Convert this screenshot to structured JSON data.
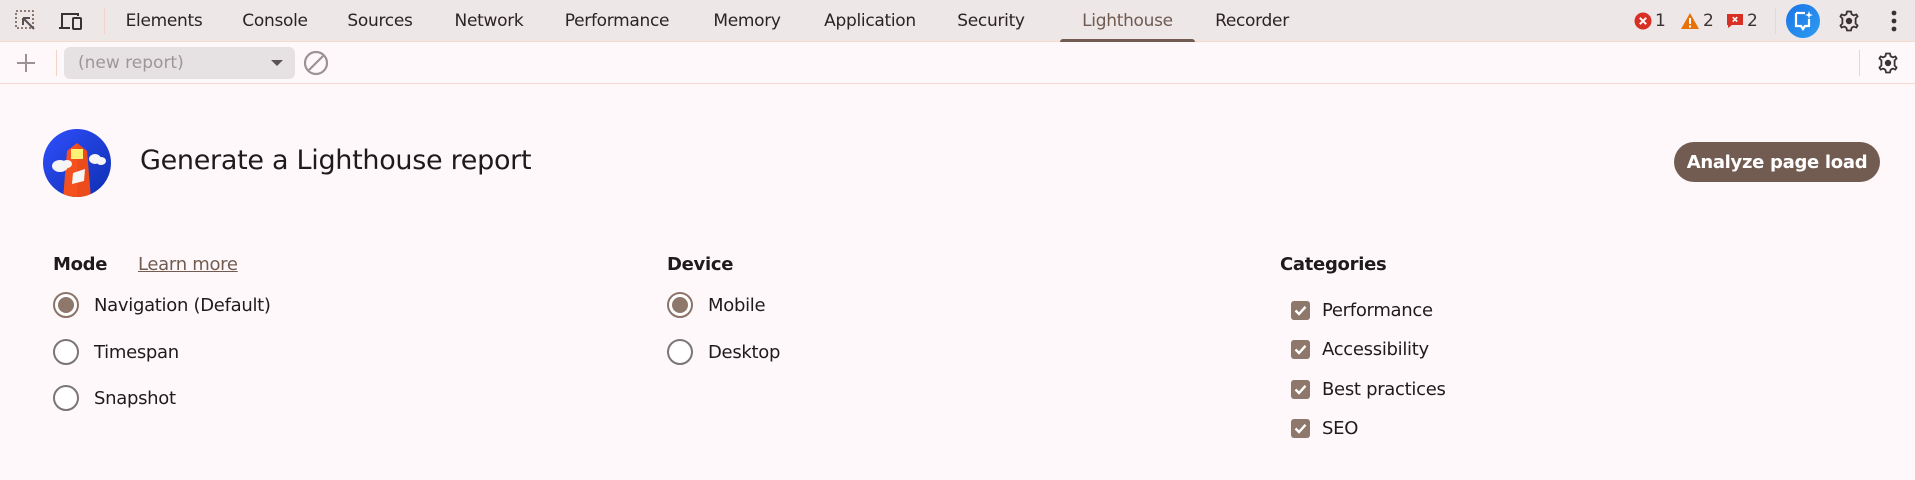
{
  "tabbar": {
    "tabs": [
      {
        "label": "Elements",
        "active": false
      },
      {
        "label": "Console",
        "active": false
      },
      {
        "label": "Sources",
        "active": false
      },
      {
        "label": "Network",
        "active": false
      },
      {
        "label": "Performance",
        "active": false
      },
      {
        "label": "Memory",
        "active": false
      },
      {
        "label": "Application",
        "active": false
      },
      {
        "label": "Security",
        "active": false
      },
      {
        "label": "Lighthouse",
        "active": true
      },
      {
        "label": "Recorder",
        "active": false
      }
    ],
    "status": {
      "errors": "1",
      "warnings": "2",
      "issues": "2"
    },
    "icons": {
      "inspect": "inspect-element-icon",
      "device": "device-toolbar-icon",
      "ai": "ai-assistance-icon",
      "settings": "gear-icon",
      "more": "kebab-menu-icon"
    }
  },
  "toolbar": {
    "report_select": {
      "value": "(new report)"
    },
    "icons": {
      "new": "plus-icon",
      "clear": "clear-circle-icon",
      "settings": "gear-icon"
    }
  },
  "header": {
    "title": "Generate a Lighthouse report",
    "analyze_label": "Analyze page load"
  },
  "mode": {
    "heading": "Mode",
    "learn_more": "Learn more",
    "options": [
      {
        "label": "Navigation (Default)",
        "checked": true
      },
      {
        "label": "Timespan",
        "checked": false
      },
      {
        "label": "Snapshot",
        "checked": false
      }
    ]
  },
  "device": {
    "heading": "Device",
    "options": [
      {
        "label": "Mobile",
        "checked": true
      },
      {
        "label": "Desktop",
        "checked": false
      }
    ]
  },
  "categories": {
    "heading": "Categories",
    "items": [
      {
        "label": "Performance",
        "checked": true
      },
      {
        "label": "Accessibility",
        "checked": true
      },
      {
        "label": "Best practices",
        "checked": true
      },
      {
        "label": "SEO",
        "checked": true
      }
    ]
  },
  "colors": {
    "accent": "#725c51",
    "checked_control": "#8e776b",
    "tabbar_bg": "#eee7e8",
    "page_bg": "#fff8fb",
    "error": "#d93025",
    "warning": "#e8710a",
    "ai_button": "#1a73e8"
  }
}
